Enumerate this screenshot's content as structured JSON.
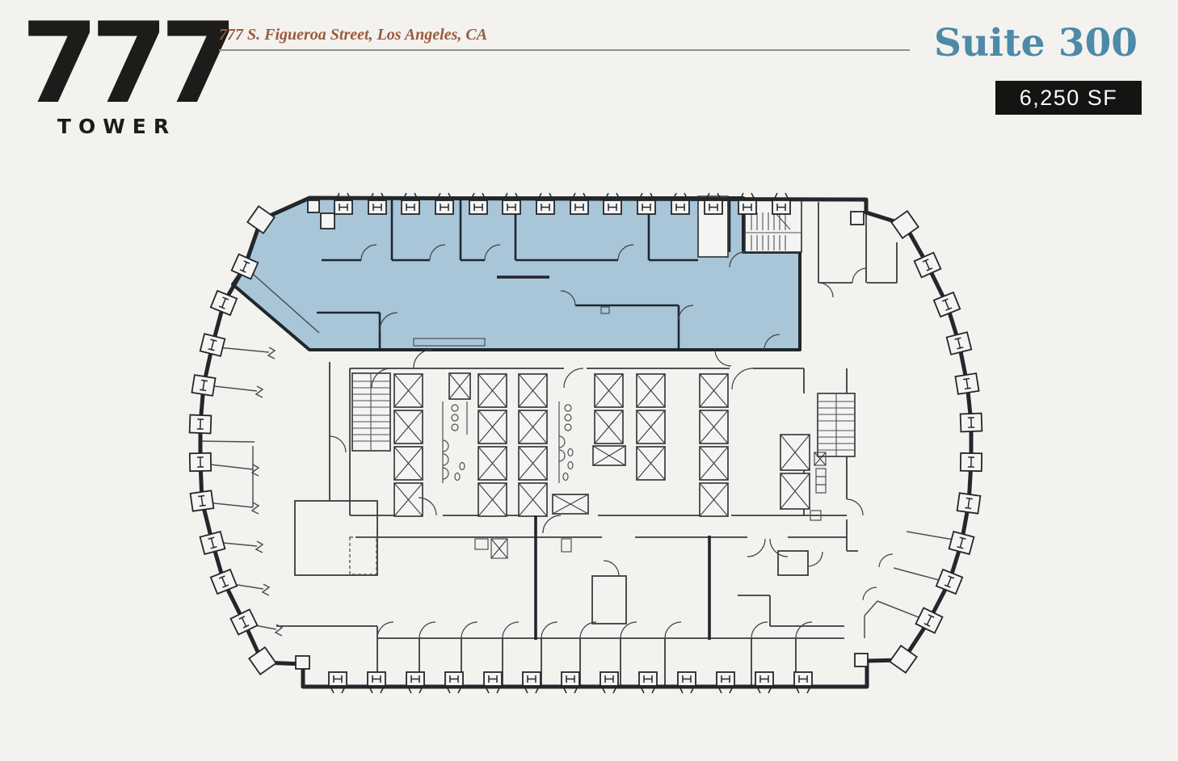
{
  "header": {
    "logo": {
      "number": "777",
      "word": "TOWER"
    },
    "address": "777 S. Figueroa Street, Los Angeles, CA",
    "suite_title": "Suite 300",
    "area_badge": "6,250 SF"
  },
  "colors": {
    "paper": "#f3f2ef",
    "suite_highlight_fill": "#a9c6d9",
    "wall_ink": "#23272b",
    "address_accent": "#9c5a3a",
    "suite_title_teal": "#4d8aa8",
    "badge_background": "#151413",
    "badge_text": "#fbfbfb"
  },
  "floor_plan": {
    "description": "Floor plate of 777 Tower, 3rd floor, with Suite 300 highlighted in blue along the top of the plan",
    "highlighted_suite": "Suite 300",
    "highlighted_area_sf": "6,250 SF",
    "symbols": [
      "elevator-shaft-icon",
      "stairwell-icon",
      "restroom-fixtures-icon",
      "window-mullion-icon",
      "column-icon",
      "door-swing-arc-icon"
    ]
  }
}
